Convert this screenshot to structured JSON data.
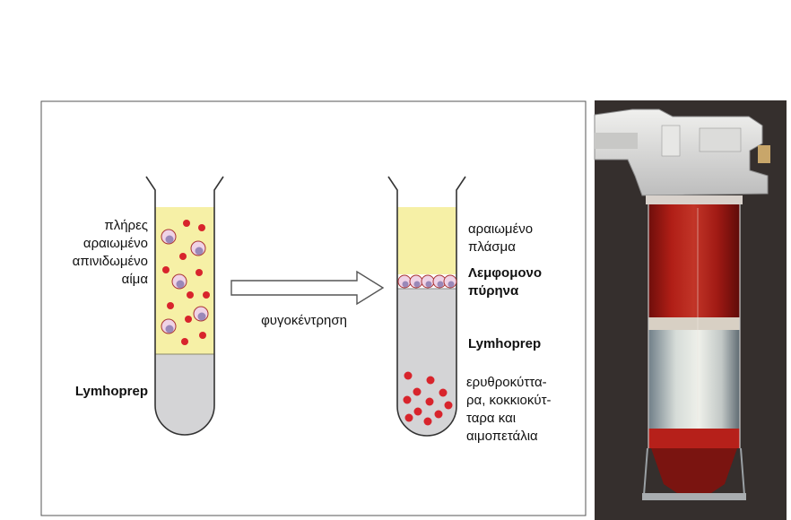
{
  "diagram": {
    "left_tube": {
      "label_lines": [
        "πλήρες",
        "αραιωμένο",
        "απινιδωμένο",
        "αίμα"
      ],
      "bottom_label": "Lymhoprep"
    },
    "process_label": "φυγοκέντρηση",
    "right_tube": {
      "plasma_lines": [
        "αραιωμένο",
        "πλάσμα"
      ],
      "mononuclear_lines": [
        "Λεμφομονο",
        "πύρηνα"
      ],
      "medium_label": "Lymhoprep",
      "pellet_lines": [
        "ερυθροκύττα-",
        "ρα, κοκκιοκύτ-",
        "ταρα και",
        "αιμοπετάλια"
      ]
    }
  },
  "colors": {
    "plasma_yellow": "#f6f0a6",
    "lymphoprep_gray": "#d4d4d6",
    "red_cell": "#d8242c",
    "white_cell": "#efd3e6",
    "white_cell_nucleus": "#9a88b8",
    "photo_background": "#3a3432",
    "photo_tube_red": "#9c1a14"
  },
  "icons": [
    "tube-icon",
    "arrow-icon",
    "red-blood-cell-icon",
    "white-blood-cell-icon",
    "photo-centrifuge-tube"
  ]
}
